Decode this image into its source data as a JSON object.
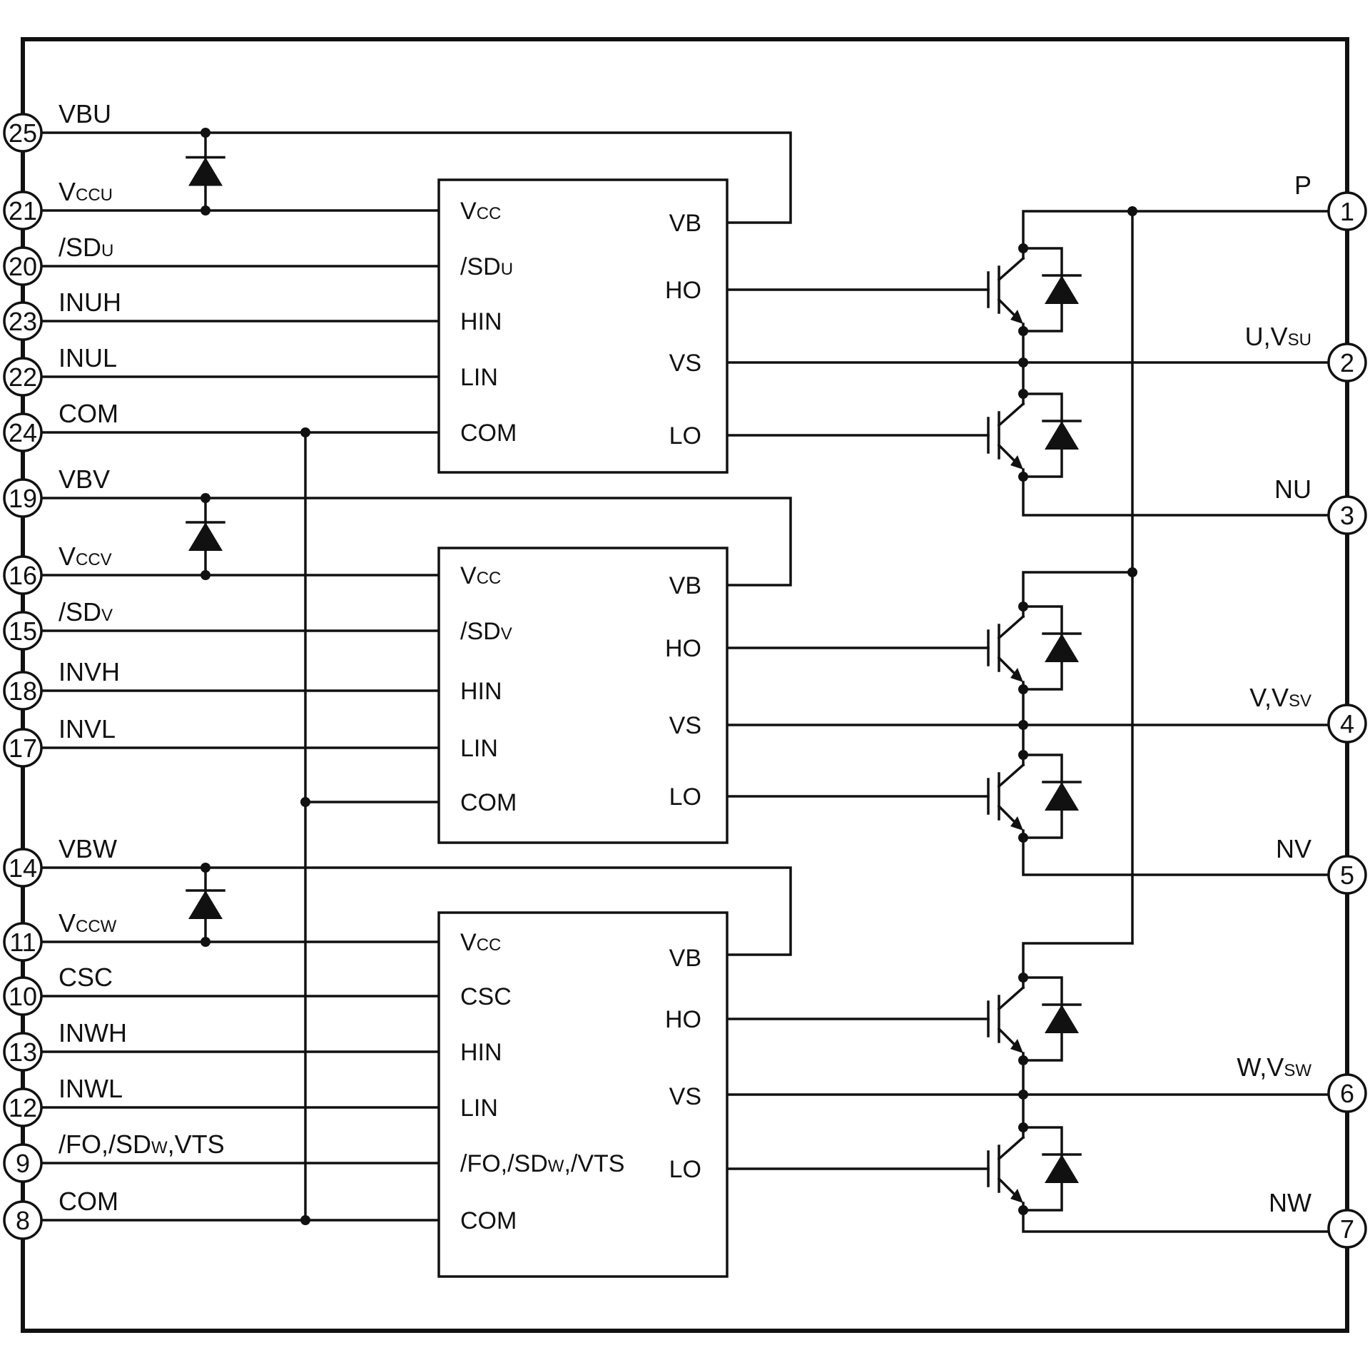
{
  "left_pins": [
    {
      "num": "25",
      "label": "VBU"
    },
    {
      "num": "21",
      "label": "V",
      "sub": "CCU"
    },
    {
      "num": "20",
      "label": "/SD",
      "sub": "U"
    },
    {
      "num": "23",
      "label": "INUH"
    },
    {
      "num": "22",
      "label": "INUL"
    },
    {
      "num": "24",
      "label": "COM"
    },
    {
      "num": "19",
      "label": "VBV"
    },
    {
      "num": "16",
      "label": "V",
      "sub": "CCV"
    },
    {
      "num": "15",
      "label": "/SD",
      "sub": "V"
    },
    {
      "num": "18",
      "label": "INVH"
    },
    {
      "num": "17",
      "label": "INVL"
    },
    {
      "num": "14",
      "label": "VBW"
    },
    {
      "num": "11",
      "label": "V",
      "sub": "CCW"
    },
    {
      "num": "10",
      "label": "CSC"
    },
    {
      "num": "13",
      "label": "INWH"
    },
    {
      "num": "12",
      "label": "INWL"
    },
    {
      "num": "9",
      "label": "/FO,/SD",
      "sub": "W",
      "tail": ",VTS"
    },
    {
      "num": "8",
      "label": "COM"
    }
  ],
  "right_pins": [
    {
      "num": "1",
      "label": "P"
    },
    {
      "num": "2",
      "label": "U,V",
      "sub": "SU"
    },
    {
      "num": "3",
      "label": "NU"
    },
    {
      "num": "4",
      "label": "V,V",
      "sub": "SV"
    },
    {
      "num": "5",
      "label": "NV"
    },
    {
      "num": "6",
      "label": "W,V",
      "sub": "SW"
    },
    {
      "num": "7",
      "label": "NW"
    }
  ],
  "drivers": [
    {
      "left": [
        {
          "label": "V",
          "sub": "CC"
        },
        {
          "label": "/SD",
          "sub": "U"
        },
        {
          "label": "HIN"
        },
        {
          "label": "LIN"
        },
        {
          "label": "COM"
        }
      ],
      "right": [
        {
          "label": "VB"
        },
        {
          "label": "HO"
        },
        {
          "label": "VS"
        },
        {
          "label": "LO"
        }
      ]
    },
    {
      "left": [
        {
          "label": "V",
          "sub": "CC"
        },
        {
          "label": "/SD",
          "sub": "V"
        },
        {
          "label": "HIN"
        },
        {
          "label": "LIN"
        },
        {
          "label": "COM"
        }
      ],
      "right": [
        {
          "label": "VB"
        },
        {
          "label": "HO"
        },
        {
          "label": "VS"
        },
        {
          "label": "LO"
        }
      ]
    },
    {
      "left": [
        {
          "label": "V",
          "sub": "CC"
        },
        {
          "label": "CSC"
        },
        {
          "label": "HIN"
        },
        {
          "label": "LIN"
        },
        {
          "label": "/FO,/SD",
          "sub": "W",
          "tail": ",/VTS"
        },
        {
          "label": "COM"
        }
      ],
      "right": [
        {
          "label": "VB"
        },
        {
          "label": "HO"
        },
        {
          "label": "VS"
        },
        {
          "label": "LO"
        }
      ]
    }
  ]
}
